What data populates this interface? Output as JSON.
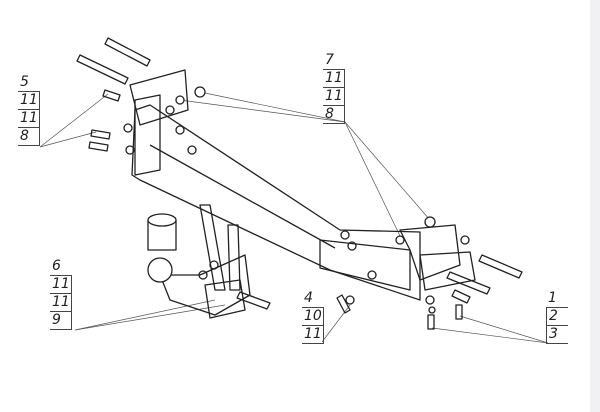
{
  "callouts": {
    "left_upper": [
      "5",
      "11",
      "11",
      "8"
    ],
    "top_middle": [
      "7",
      "11",
      "11",
      "8"
    ],
    "left_lower": [
      "6",
      "11",
      "11",
      "9"
    ],
    "bottom_middle": [
      "4",
      "10",
      "11"
    ],
    "right_lower": [
      "1",
      "2",
      "3"
    ]
  }
}
